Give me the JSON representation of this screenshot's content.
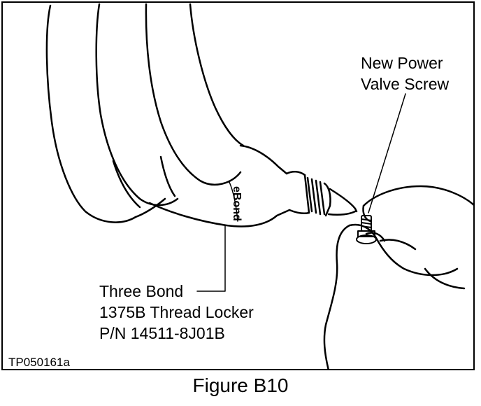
{
  "labels": {
    "power_valve_line1": "New Power",
    "power_valve_line2": "Valve Screw",
    "thread_locker_line1": "Three Bond",
    "thread_locker_line2": "1375B Thread Locker",
    "thread_locker_line3": "P/N 14511-8J01B",
    "bottle_brand": "eBond",
    "figure_code": "TP050161a"
  },
  "caption": "Figure B10",
  "colors": {
    "ink": "#000000",
    "paper": "#ffffff"
  }
}
